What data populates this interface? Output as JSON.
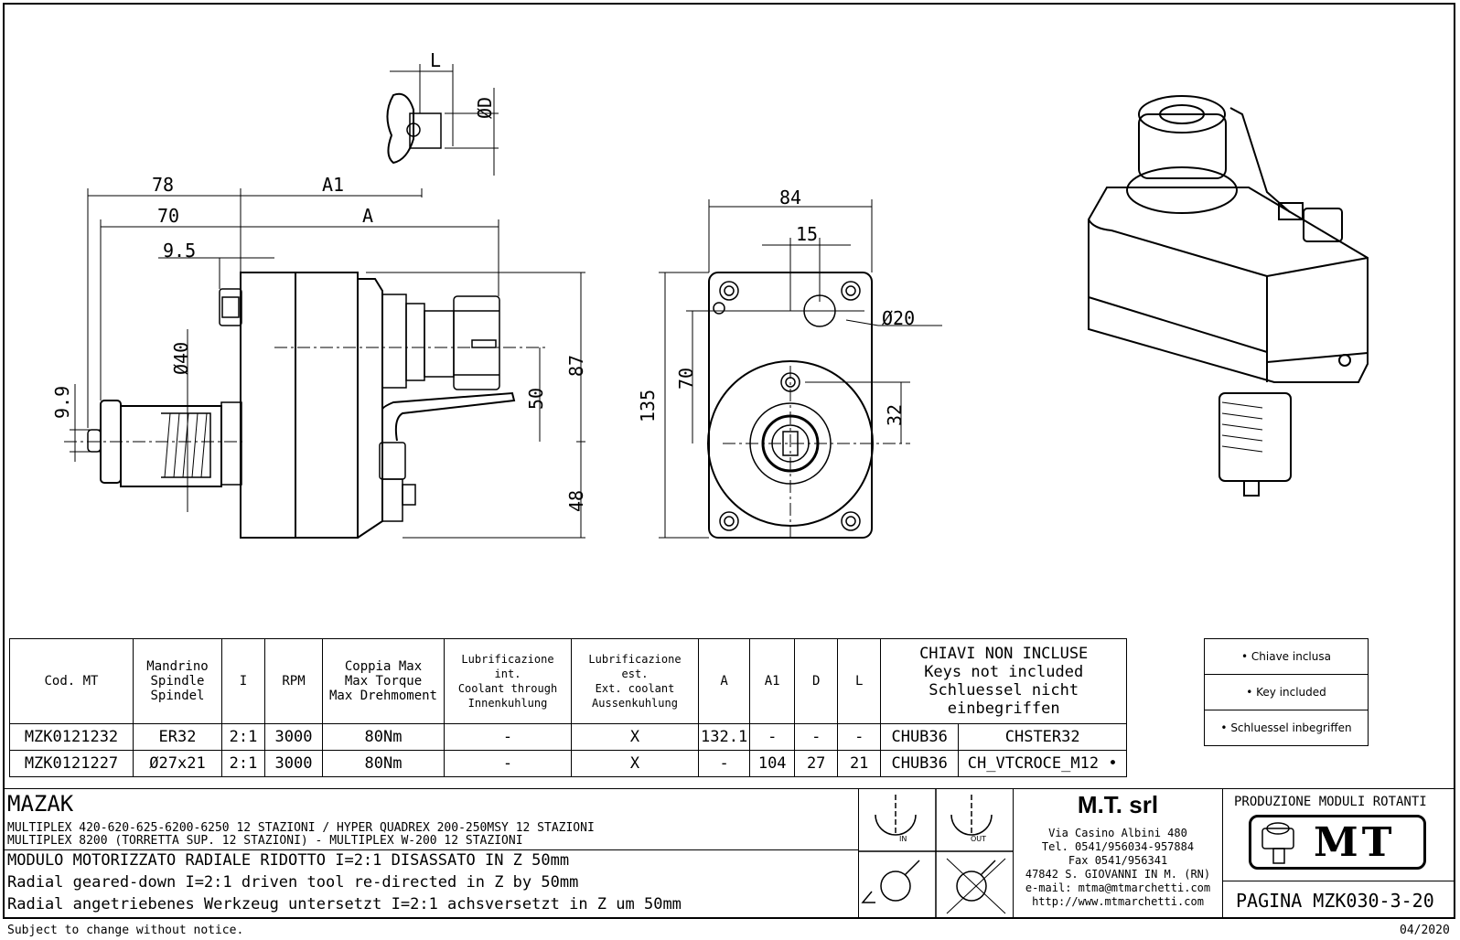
{
  "dimensions": {
    "L": "L",
    "D": "ØD",
    "dim78": "78",
    "A1": "A1",
    "dim70": "70",
    "A": "A",
    "dim9_5": "9.5",
    "dim9_9": "9.9",
    "d40": "Ø40",
    "dim50": "50",
    "dim87": "87",
    "dim48": "48",
    "dim84": "84",
    "dim15": "15",
    "d20": "Ø20",
    "dim135": "135",
    "dim70b": "70",
    "dim32": "32"
  },
  "table": {
    "headers": {
      "cod": "Cod. MT",
      "mandrino": [
        "Mandrino",
        "Spindle",
        "Spindel"
      ],
      "i": "I",
      "rpm": "RPM",
      "coppia": [
        "Coppia Max",
        "Max Torque",
        "Max Drehmoment"
      ],
      "lub_int": [
        "Lubrificazione int.",
        "Coolant through",
        "Innenkuhlung"
      ],
      "lub_est": [
        "Lubrificazione est.",
        "Ext. coolant",
        "Aussenkuhlung"
      ],
      "a": "A",
      "a1": "A1",
      "d": "D",
      "l": "L",
      "chiavi": [
        "CHIAVI NON INCLUSE",
        "Keys not included",
        "Schluessel nicht einbegriffen"
      ]
    },
    "rows": [
      {
        "cod": "MZK0121232",
        "mandrino": "ER32",
        "i": "2:1",
        "rpm": "3000",
        "coppia": "80Nm",
        "lub_int": "-",
        "lub_est": "X",
        "a": "132.1",
        "a1": "-",
        "d": "-",
        "l": "-",
        "key1": "CHUB36",
        "key2": "CHSTER32"
      },
      {
        "cod": "MZK0121227",
        "mandrino": "Ø27x21",
        "i": "2:1",
        "rpm": "3000",
        "coppia": "80Nm",
        "lub_int": "-",
        "lub_est": "X",
        "a": "-",
        "a1": "104",
        "d": "27",
        "l": "21",
        "key1": "CHUB36",
        "key2": "CH_VTCROCE_M12 •"
      }
    ]
  },
  "key_legend": [
    "• Chiave inclusa",
    "• Key included",
    "• Schluessel inbegriffen"
  ],
  "title_block": {
    "machine": "MAZAK",
    "models": [
      "MULTIPLEX 420-620-625-6200-6250 12 STAZIONI / HYPER QUADREX 200-250MSY 12 STAZIONI",
      "MULTIPLEX 8200 (TORRETTA SUP. 12 STAZIONI) - MULTIPLEX W-200 12 STAZIONI"
    ],
    "desc_it": "MODULO MOTORIZZATO RADIALE RIDOTTO I=2:1 DISASSATO IN Z 50mm",
    "desc_en": "Radial geared-down I=2:1 driven tool re-directed in Z by 50mm",
    "desc_de": "Radial angetriebenes Werkzeug untersetzt I=2:1 achsversetzt in Z um 50mm",
    "rotation_in": "IN",
    "rotation_out": "OUT",
    "company": {
      "name": "M.T. srl",
      "address": "Via Casino Albini 480",
      "tel": "Tel. 0541/956034-957884",
      "fax": "Fax 0541/956341",
      "city": "47842 S. GIOVANNI IN M. (RN)",
      "email": "e-mail: mtma@mtmarchetti.com",
      "web": "http://www.mtmarchetti.com"
    },
    "production": "PRODUZIONE MODULI ROTANTI",
    "logo": "MT",
    "page": "PAGINA MZK030-3-20"
  },
  "footer": {
    "notice": "Subject to change without notice.",
    "date": "04/2020"
  }
}
